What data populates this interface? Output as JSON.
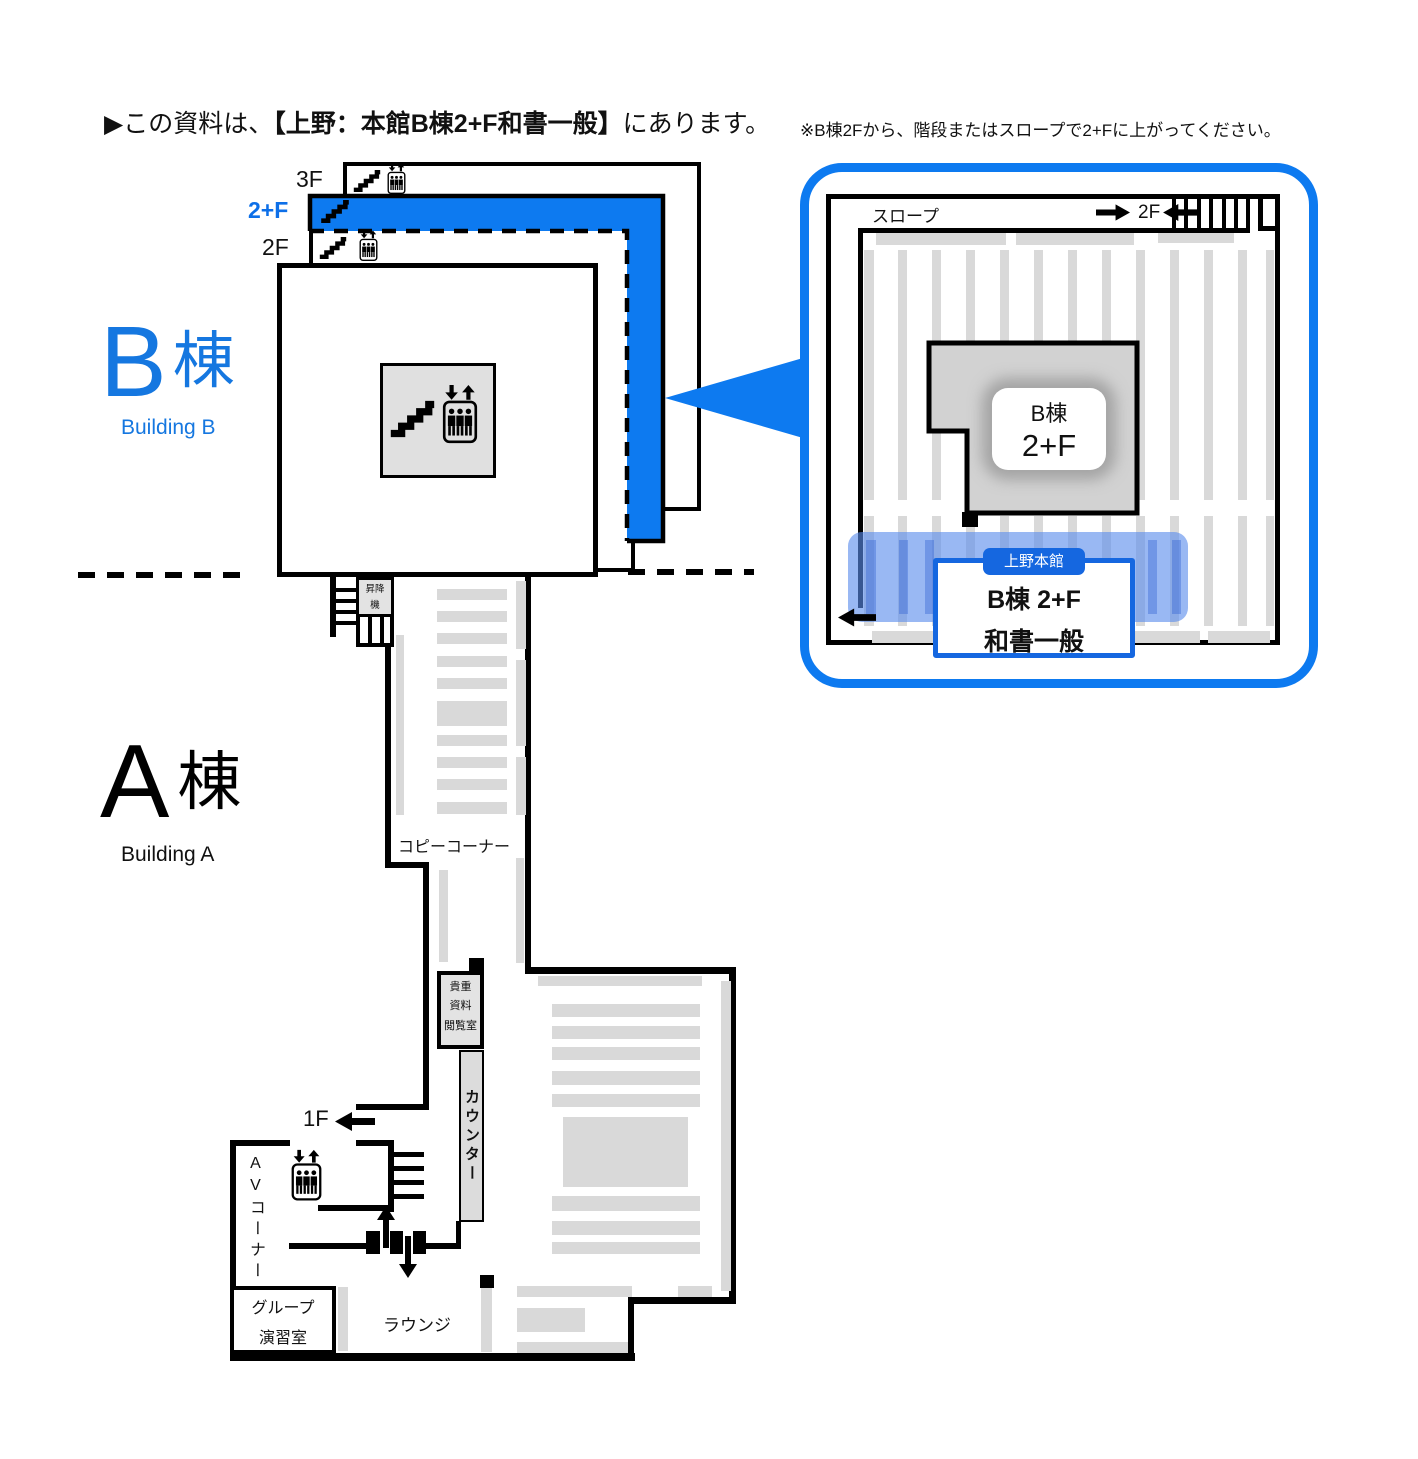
{
  "header": {
    "prefix": "▶この資料は、",
    "highlight": "【上野：本館B棟2+F和書一般】",
    "suffix": "にあります。"
  },
  "note": "※B棟2Fから、階段またはスロープで2+Fに上がってください。",
  "colors": {
    "accent": "#0d7af0",
    "callout_blue": "#1567e0",
    "floor_label_blue": "#0d6fe8"
  },
  "building_b": {
    "letter": "B",
    "kanji": "棟",
    "subtitle": "Building B"
  },
  "building_a": {
    "letter": "A",
    "kanji": "棟",
    "subtitle": "Building A"
  },
  "floor_stack": {
    "f3": "3F",
    "f2plus": "2+F",
    "f2": "2F"
  },
  "b_map": {
    "hoist_line1": "昇降",
    "hoist_line2": "機"
  },
  "corridor": {
    "copy_corner": "コピーコーナー"
  },
  "a_map": {
    "rare_line1": "貴重",
    "rare_line2": "資料",
    "rare_line3": "閲覧室",
    "counter": "カウンター",
    "floor1": "1F",
    "av_corner": "AVコーナー",
    "group_line1": "グループ",
    "group_line2": "演習室",
    "lounge": "ラウンジ"
  },
  "detail": {
    "slope": "スロープ",
    "floor2": "2F",
    "block_line1": "B棟",
    "block_line2": "2+F",
    "tag": "上野本館",
    "callout_line1": "B棟 2+F",
    "callout_line2": "和書一般"
  }
}
